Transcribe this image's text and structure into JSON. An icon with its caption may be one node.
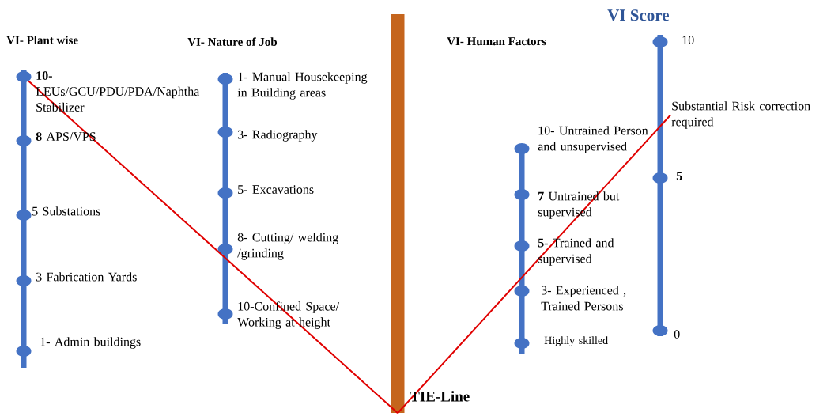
{
  "diagram": {
    "nodes": [
      {
        "text": [],
        "shape": "circle",
        "beside": [
          "**10-** LEUs/GCU/PDU/PDA/Naphtha Stabilizer"
        ]
      },
      {
        "text": [],
        "shape": "circle",
        "beside": [
          "**8** APS/VPS"
        ]
      },
      {
        "text": [],
        "shape": "circle",
        "beside": [
          "5 Substations"
        ]
      },
      {
        "text": [],
        "shape": "circle",
        "beside": [
          "3 Fabrication Yards"
        ]
      },
      {
        "text": [],
        "shape": "circle",
        "beside": [
          "1- Admin buildings"
        ]
      },
      {
        "text": [],
        "shape": "circle",
        "beside": [
          "1- Manual Housekeeping in Building areas"
        ]
      },
      {
        "text": [],
        "shape": "circle",
        "beside": [
          "3- Radiography"
        ]
      },
      {
        "text": [],
        "shape": "circle",
        "beside": [
          "5- Excavations"
        ]
      },
      {
        "text": [],
        "shape": "circle",
        "beside": [
          "8- Cutting/ welding /grinding"
        ]
      },
      {
        "text": [],
        "shape": "circle",
        "beside": [
          "10-Confined Space/ Working at height"
        ]
      },
      {
        "text": [],
        "shape": "bar",
        "beside": [
          "TIE-Line"
        ]
      },
      {
        "text": [],
        "shape": "circle",
        "beside": [
          "10- Untrained Person and unsupervised"
        ]
      },
      {
        "text": [],
        "shape": "circle",
        "beside": [
          "**7** Untrained but supervised"
        ]
      },
      {
        "text": [],
        "shape": "circle",
        "beside": [
          "**5-** Trained and supervised"
        ]
      },
      {
        "text": [],
        "shape": "circle",
        "beside": [
          "3- Experienced , Trained Persons"
        ]
      },
      {
        "text": [],
        "shape": "circle",
        "beside": [
          "Highly skilled"
        ]
      },
      {
        "text": [],
        "shape": "circle",
        "beside": [
          "10"
        ]
      },
      {
        "text": [],
        "shape": "circle",
        "beside": [
          "**5**"
        ]
      },
      {
        "text": [],
        "shape": "circle",
        "beside": [
          "0"
        ]
      },
      {
        "text": [
          "Substantial Risk correction required"
        ]
      }
    ],
    "edges": [
      {
        "from": 0,
        "to": 10,
        "arrow": "none"
      },
      {
        "from": 10,
        "to": 19,
        "arrow": "none"
      }
    ],
    "labels": [
      "VI- Plant wise",
      "VI- Nature of Job",
      "VI- Human Factors",
      "VI Score"
    ]
  }
}
